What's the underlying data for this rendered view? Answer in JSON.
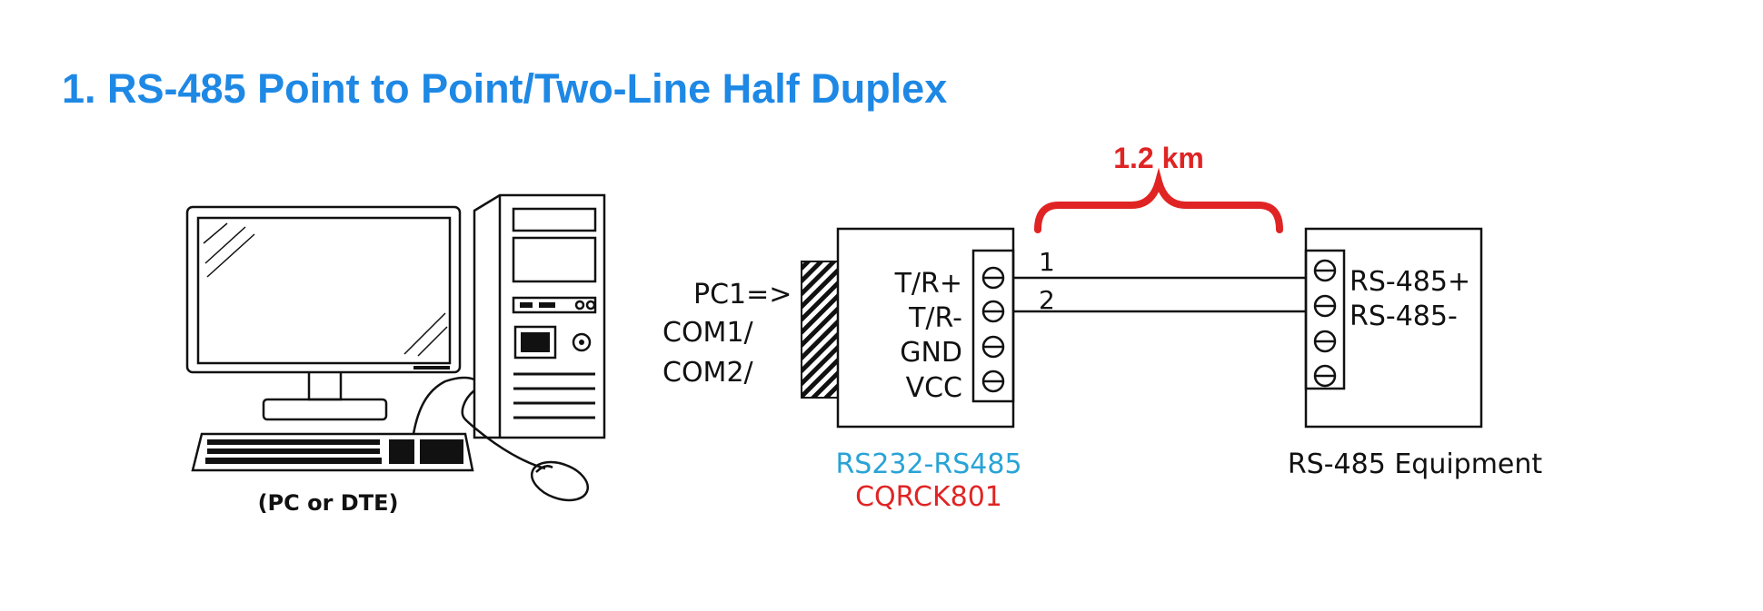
{
  "title": "1. RS-485 Point to Point/Two-Line Half Duplex",
  "pc": {
    "caption": "(PC or DTE)"
  },
  "port_labels": {
    "pc1": "PC1=>",
    "com1": "COM1/",
    "com2": "COM2/"
  },
  "converter": {
    "terminals": [
      "T/R+",
      "T/R-",
      "GND",
      "VCC"
    ],
    "model_line1": "RS232-RS485",
    "model_line2": "CQRCK801"
  },
  "cable": {
    "distance": "1.2 km",
    "wire1": "1",
    "wire2": "2"
  },
  "equipment": {
    "terminals": [
      "RS-485+",
      "RS-485-"
    ],
    "caption": "RS-485 Equipment"
  },
  "colors": {
    "title": "#1e88e5",
    "model_line1": "#29a3d6",
    "model_line2": "#e02424",
    "distance": "#e02424"
  }
}
